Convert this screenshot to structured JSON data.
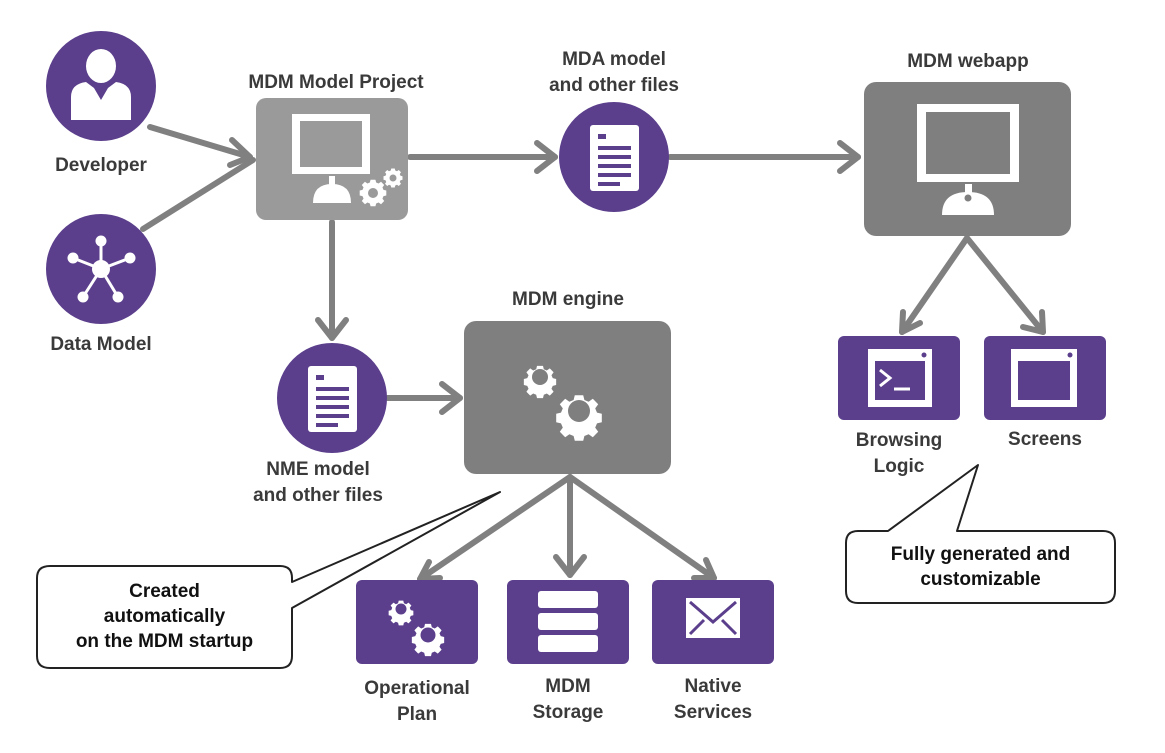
{
  "colors": {
    "purple": "#5b3f8c",
    "grey_box": "#7f7f7f",
    "light_grey_box": "#9a9a9a",
    "arrow": "#808080",
    "text": "#3a3a3a"
  },
  "nodes": {
    "developer": {
      "label": "Developer",
      "icon": "user-icon"
    },
    "data_model": {
      "label": "Data Model",
      "icon": "network-hub-icon"
    },
    "model_project": {
      "label": "MDM Model Project",
      "icon": "monitor-gears-icon"
    },
    "mda_files": {
      "label_lines": [
        "MDA model",
        "and other files"
      ],
      "icon": "document-icon"
    },
    "webapp": {
      "label": "MDM webapp",
      "icon": "monitor-icon"
    },
    "nme_files": {
      "label_lines": [
        "NME model",
        "and other files"
      ],
      "icon": "document-icon"
    },
    "engine": {
      "label": "MDM engine",
      "icon": "gears-icon"
    },
    "browsing_logic": {
      "label_lines": [
        "Browsing",
        "Logic"
      ],
      "icon": "terminal-icon"
    },
    "screens": {
      "label": "Screens",
      "icon": "window-icon"
    },
    "operational_plan": {
      "label_lines": [
        "Operational",
        "Plan"
      ],
      "icon": "gears-icon"
    },
    "storage": {
      "label_lines": [
        "MDM",
        "Storage"
      ],
      "icon": "database-icon"
    },
    "native_services": {
      "label_lines": [
        "Native",
        "Services"
      ],
      "icon": "envelope-icon"
    }
  },
  "callouts": {
    "engine_note": [
      "Created",
      "automatically",
      "on the MDM startup"
    ],
    "webapp_note": [
      "Fully generated and",
      "customizable"
    ]
  }
}
